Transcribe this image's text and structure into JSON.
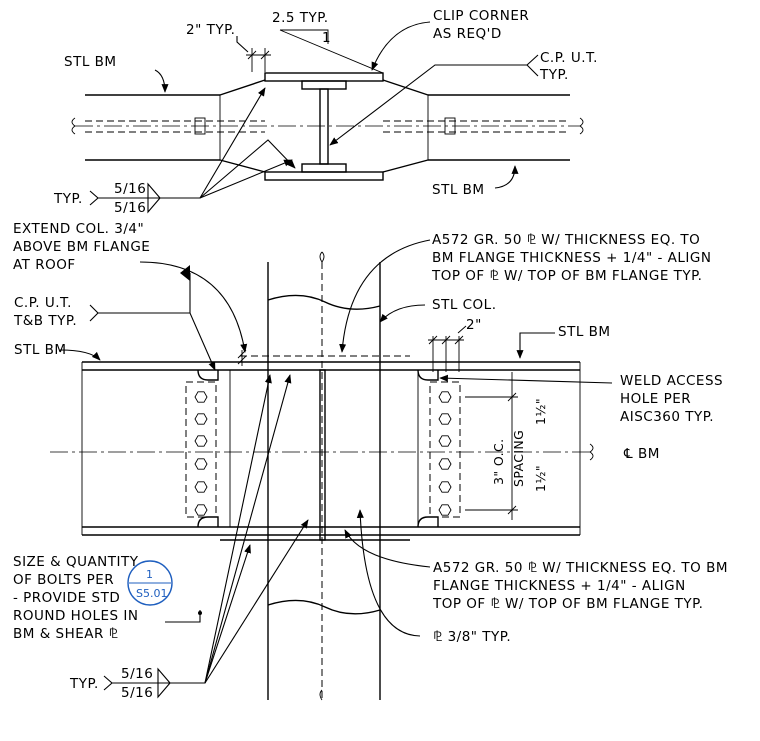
{
  "top_view": {
    "note_2in_typ": "2\" TYP.",
    "note_2_5_typ": "2.5 TYP.",
    "slope_rise": "1",
    "clip_corner_1": "CLIP CORNER",
    "clip_corner_2": "AS REQ'D",
    "stl_bm_left": "STL BM",
    "cput_1": "C.P. U.T.",
    "cput_2": "TYP.",
    "stl_bm_right": "STL BM",
    "weld_typ": "TYP.",
    "weld_top": "5/16",
    "weld_bottom": "5/16"
  },
  "elevation": {
    "extend_col_1": "EXTEND COL. 3/4\"",
    "extend_col_2": "ABOVE BM FLANGE",
    "extend_col_3": "AT ROOF",
    "a572_top_1": "A572 GR. 50 ⅊ W/ THICKNESS EQ. TO",
    "a572_top_2": "BM FLANGE THICKNESS + 1/4\" - ALIGN",
    "a572_top_3": "TOP OF ⅊ W/ TOP OF BM FLANGE TYP.",
    "cput_tb_1": "C.P. U.T.",
    "cput_tb_2": "T&B TYP.",
    "stl_col": "STL COL.",
    "dim_2in": "2\"",
    "stl_bm_left": "STL BM",
    "stl_bm_right": "STL BM",
    "weld_access_1": "WELD ACCESS",
    "weld_access_2": "HOLE PER",
    "weld_access_3": "AISC360 TYP.",
    "cl_bm": "℄ BM",
    "spacing_1": "3\" O.C.",
    "spacing_2": "SPACING",
    "dim_1half_top": "1½\"",
    "dim_1half_bot": "1½\"",
    "bolts_1": "SIZE & QUANTITY",
    "bolts_2": "OF BOLTS PER",
    "bolts_3": "- PROVIDE STD",
    "bolts_4": "ROUND HOLES IN",
    "bolts_5": "BM & SHEAR ⅊",
    "ref_number": "1",
    "ref_sheet": "S5.01",
    "a572_bot_1": "A572 GR. 50 ⅊ W/ THICKNESS EQ. TO BM",
    "a572_bot_2": "FLANGE THICKNESS + 1/4\" - ALIGN",
    "a572_bot_3": "TOP OF ⅊ W/ TOP OF BM FLANGE TYP.",
    "pl_typ": "⅊ 3/8\" TYP.",
    "weld_typ": "TYP.",
    "weld_top": "5/16",
    "weld_bottom": "5/16"
  },
  "colors": {
    "line": "#000000",
    "detail_ref": "#1f5fbf"
  }
}
